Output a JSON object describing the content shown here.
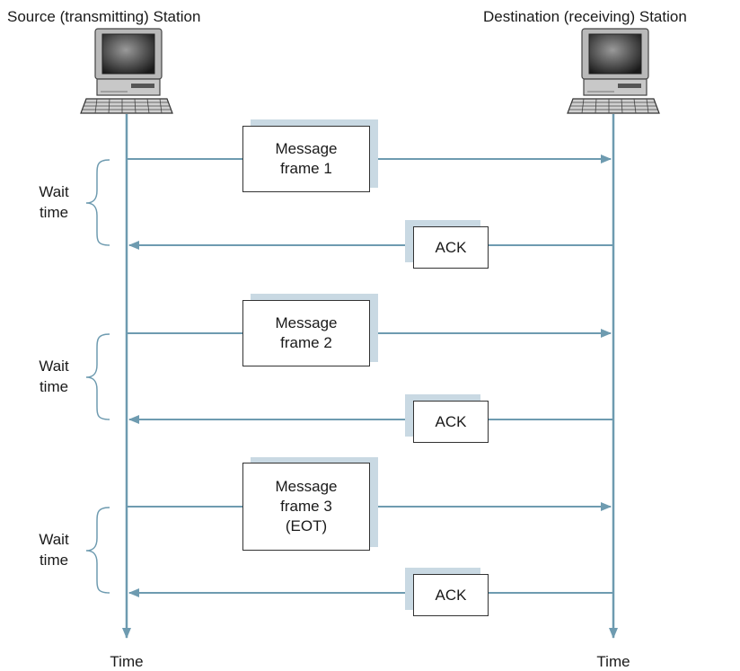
{
  "source": {
    "label": "Source (transmitting) Station",
    "time": "Time"
  },
  "destination": {
    "label": "Destination (receiving) Station",
    "time": "Time"
  },
  "exchanges": [
    {
      "message_lines": [
        "Message",
        "frame 1"
      ],
      "ack": "ACK",
      "wait": [
        "Wait",
        "time"
      ]
    },
    {
      "message_lines": [
        "Message",
        "frame 2"
      ],
      "ack": "ACK",
      "wait": [
        "Wait",
        "time"
      ]
    },
    {
      "message_lines": [
        "Message",
        "frame 3",
        "(EOT)"
      ],
      "ack": "ACK",
      "wait": [
        "Wait",
        "time"
      ]
    }
  ],
  "colors": {
    "line": "#6e9bb0",
    "shadow": "#c9d9e3",
    "box_border": "#333333"
  },
  "icons": {
    "source": "computer-icon",
    "destination": "computer-icon"
  }
}
